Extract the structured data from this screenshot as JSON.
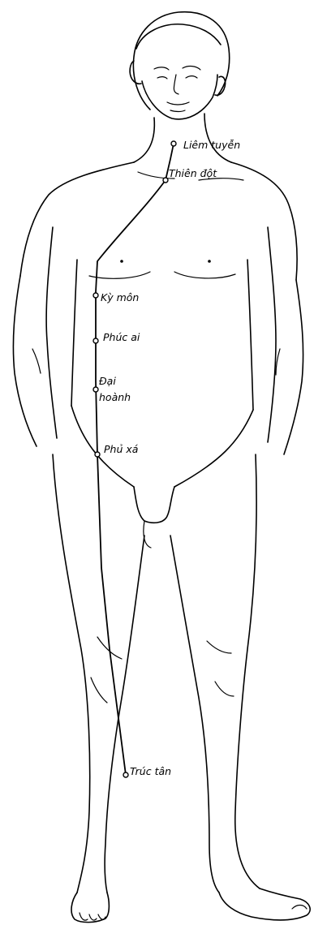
{
  "points": [
    {
      "id": "liem-tuyen",
      "label": "Liêm tuyễn"
    },
    {
      "id": "thien-dot",
      "label": "Thiên đột"
    },
    {
      "id": "ky-mon",
      "label": "Kỳ môn"
    },
    {
      "id": "phuc-ai",
      "label": "Phúc ai"
    },
    {
      "id": "dai-hoanh",
      "label_line1": "Đại",
      "label_line2": "hoành"
    },
    {
      "id": "phu-xa",
      "label": "Phủ xá"
    },
    {
      "id": "truc-tan",
      "label": "Trúc tân"
    }
  ],
  "colors": {
    "ink": "#000000",
    "paper": "#ffffff"
  }
}
